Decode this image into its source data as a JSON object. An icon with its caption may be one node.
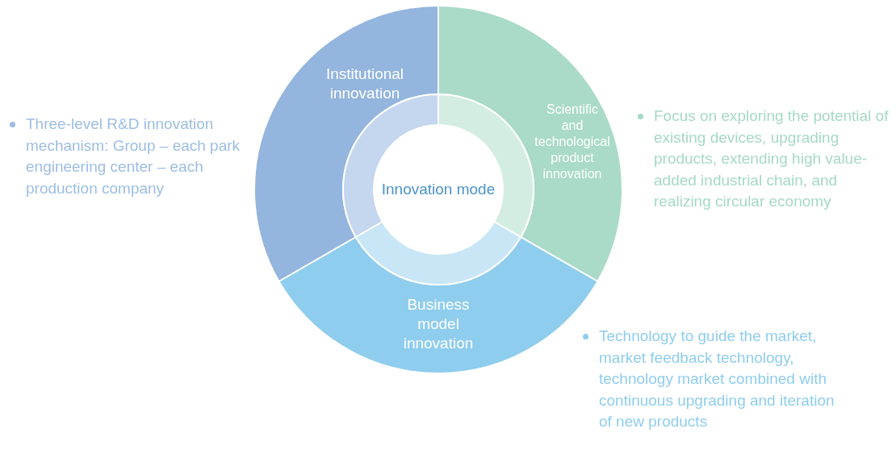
{
  "diagram": {
    "nodes": [
      {
        "text": [
          "Innovation mode"
        ]
      },
      {
        "text": [
          "Institutional innovation"
        ],
        "beside": [
          "Three-level R&D innovation mechanism: Group – each park engineering center – each production company"
        ]
      },
      {
        "text": [
          "Scientific and technological product innovation"
        ],
        "beside": [
          "Focus on exploring the potential of existing devices, upgrading products, extending high value-added industrial chain, and realizing circular economy"
        ]
      },
      {
        "text": [
          "Business model innovation"
        ],
        "beside": [
          "Technology to guide the market, market feedback technology, technology market combined with continuous upgrading and iteration of new products"
        ]
      }
    ]
  }
}
